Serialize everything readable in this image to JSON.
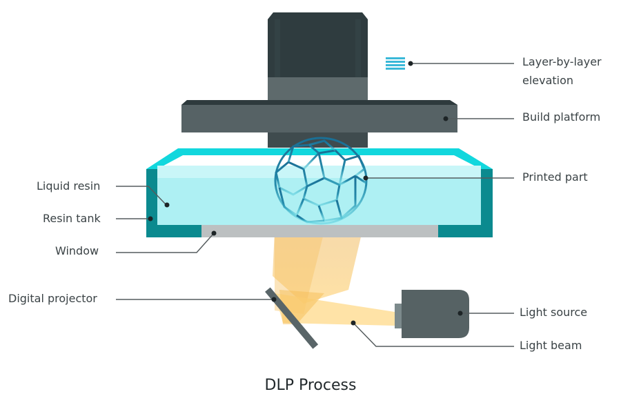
{
  "title": "DLP Process",
  "colors": {
    "motor_dark": "#2f3c3f",
    "motor_band": "#5e6a6c",
    "platform": "#566265",
    "tank_wall_top": "#12d7dd",
    "tank_wall_side": "#0b8a8f",
    "resin": "#aef0f3",
    "window": "#bcc0c1",
    "light_beam": "#ffd98a",
    "mirror": "#596568",
    "light_source": "#566264",
    "leader_line": "#555c5e",
    "part_lattice": "#1a6f95"
  },
  "labels": {
    "layer_elevation": [
      "Layer-by-layer",
      "elevation"
    ],
    "build_platform": "Build platform",
    "printed_part": "Printed part",
    "liquid_resin": "Liquid resin",
    "resin_tank": "Resin tank",
    "window": "Window",
    "digital_projector": "Digital projector",
    "light_source": "Light source",
    "light_beam": "Light beam"
  }
}
